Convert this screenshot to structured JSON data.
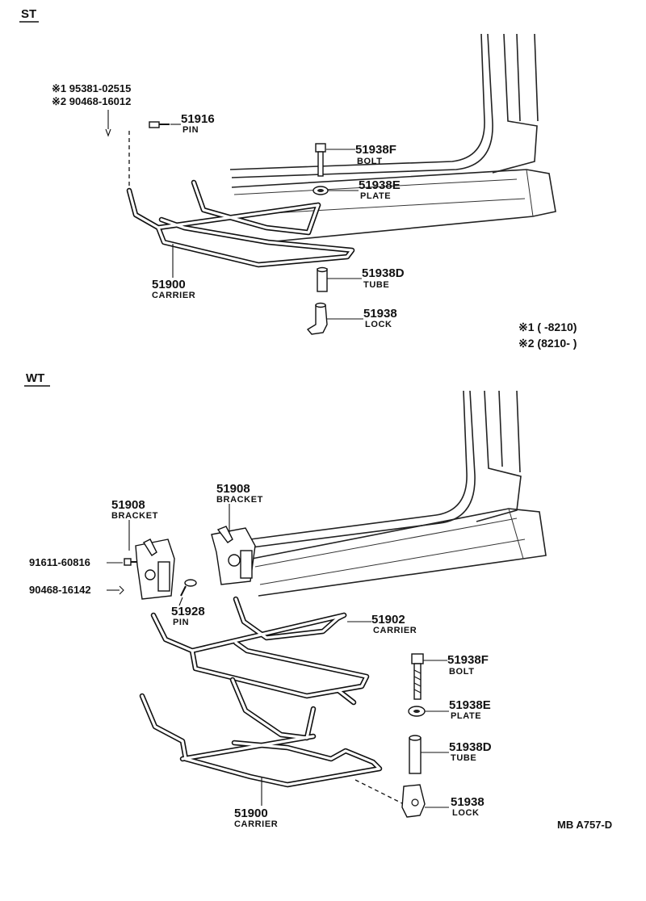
{
  "sections": {
    "st": "ST",
    "wt": "WT"
  },
  "st": {
    "note1": "※1 95381-02515",
    "note2": "※2 90468-16012",
    "pin": {
      "number": "51916",
      "name": "PIN"
    },
    "bolt": {
      "number": "51938F",
      "name": "BOLT"
    },
    "plate": {
      "number": "51938E",
      "name": "PLATE"
    },
    "carrier": {
      "number": "51900",
      "name": "CARRIER"
    },
    "tube": {
      "number": "51938D",
      "name": "TUBE"
    },
    "lock": {
      "number": "51938",
      "name": "LOCK"
    }
  },
  "legend": {
    "item1": "※1 (      -8210)",
    "item2": "※2 (8210-      )"
  },
  "wt": {
    "bracket_left": {
      "number": "51908",
      "name": "BRACKET"
    },
    "bracket_right": {
      "number": "51908",
      "name": "BRACKET"
    },
    "bolt_small": "91611-60816",
    "pin_small": "90468-16142",
    "pin": {
      "number": "51928",
      "name": "PIN"
    },
    "carrier_upper": {
      "number": "51902",
      "name": "CARRIER"
    },
    "bolt": {
      "number": "51938F",
      "name": "BOLT"
    },
    "plate": {
      "number": "51938E",
      "name": "PLATE"
    },
    "tube": {
      "number": "51938D",
      "name": "TUBE"
    },
    "lock": {
      "number": "51938",
      "name": "LOCK"
    },
    "carrier_lower": {
      "number": "51900",
      "name": "CARRIER"
    }
  },
  "footer_code": "MB  A757-D"
}
